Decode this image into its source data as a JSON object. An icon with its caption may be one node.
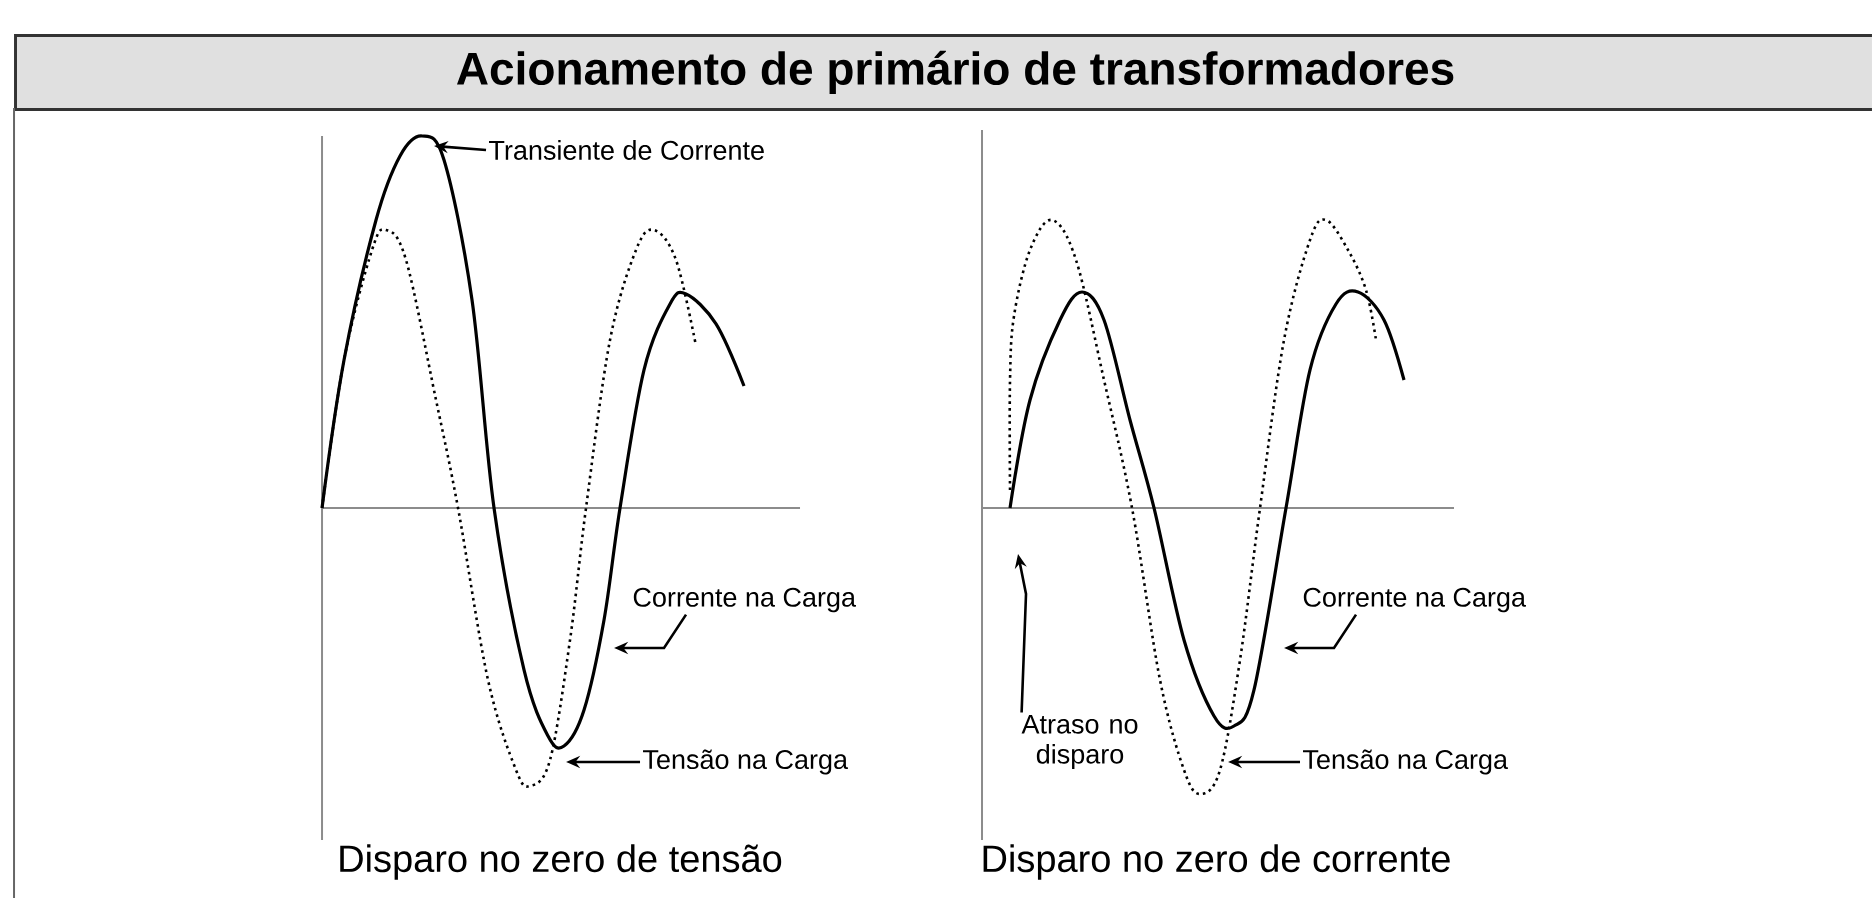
{
  "diagram": {
    "title": "Acionamento de primário de transformadores",
    "nodes": [
      {
        "text": [
          "Transiente de Corrente"
        ]
      },
      {
        "text": [
          "Corrente na Carga"
        ]
      },
      {
        "text": [
          "Tensão na Carga"
        ]
      },
      {
        "text": [
          "Corrente na Carga"
        ]
      },
      {
        "text": [
          "Tensão na Carga"
        ]
      },
      {
        "text": [
          "Atraso no disparo"
        ]
      }
    ],
    "edges": [
      {
        "from": 0,
        "to": null,
        "arrow": "to"
      },
      {
        "from": 1,
        "to": null,
        "arrow": "to"
      },
      {
        "from": 2,
        "to": null,
        "arrow": "to"
      },
      {
        "from": 3,
        "to": null,
        "arrow": "to"
      },
      {
        "from": 4,
        "to": null,
        "arrow": "to"
      },
      {
        "from": 5,
        "to": null,
        "arrow": "to"
      }
    ],
    "labels": [
      "Disparo no zero de tensão",
      "Disparo no zero de corrente"
    ]
  }
}
